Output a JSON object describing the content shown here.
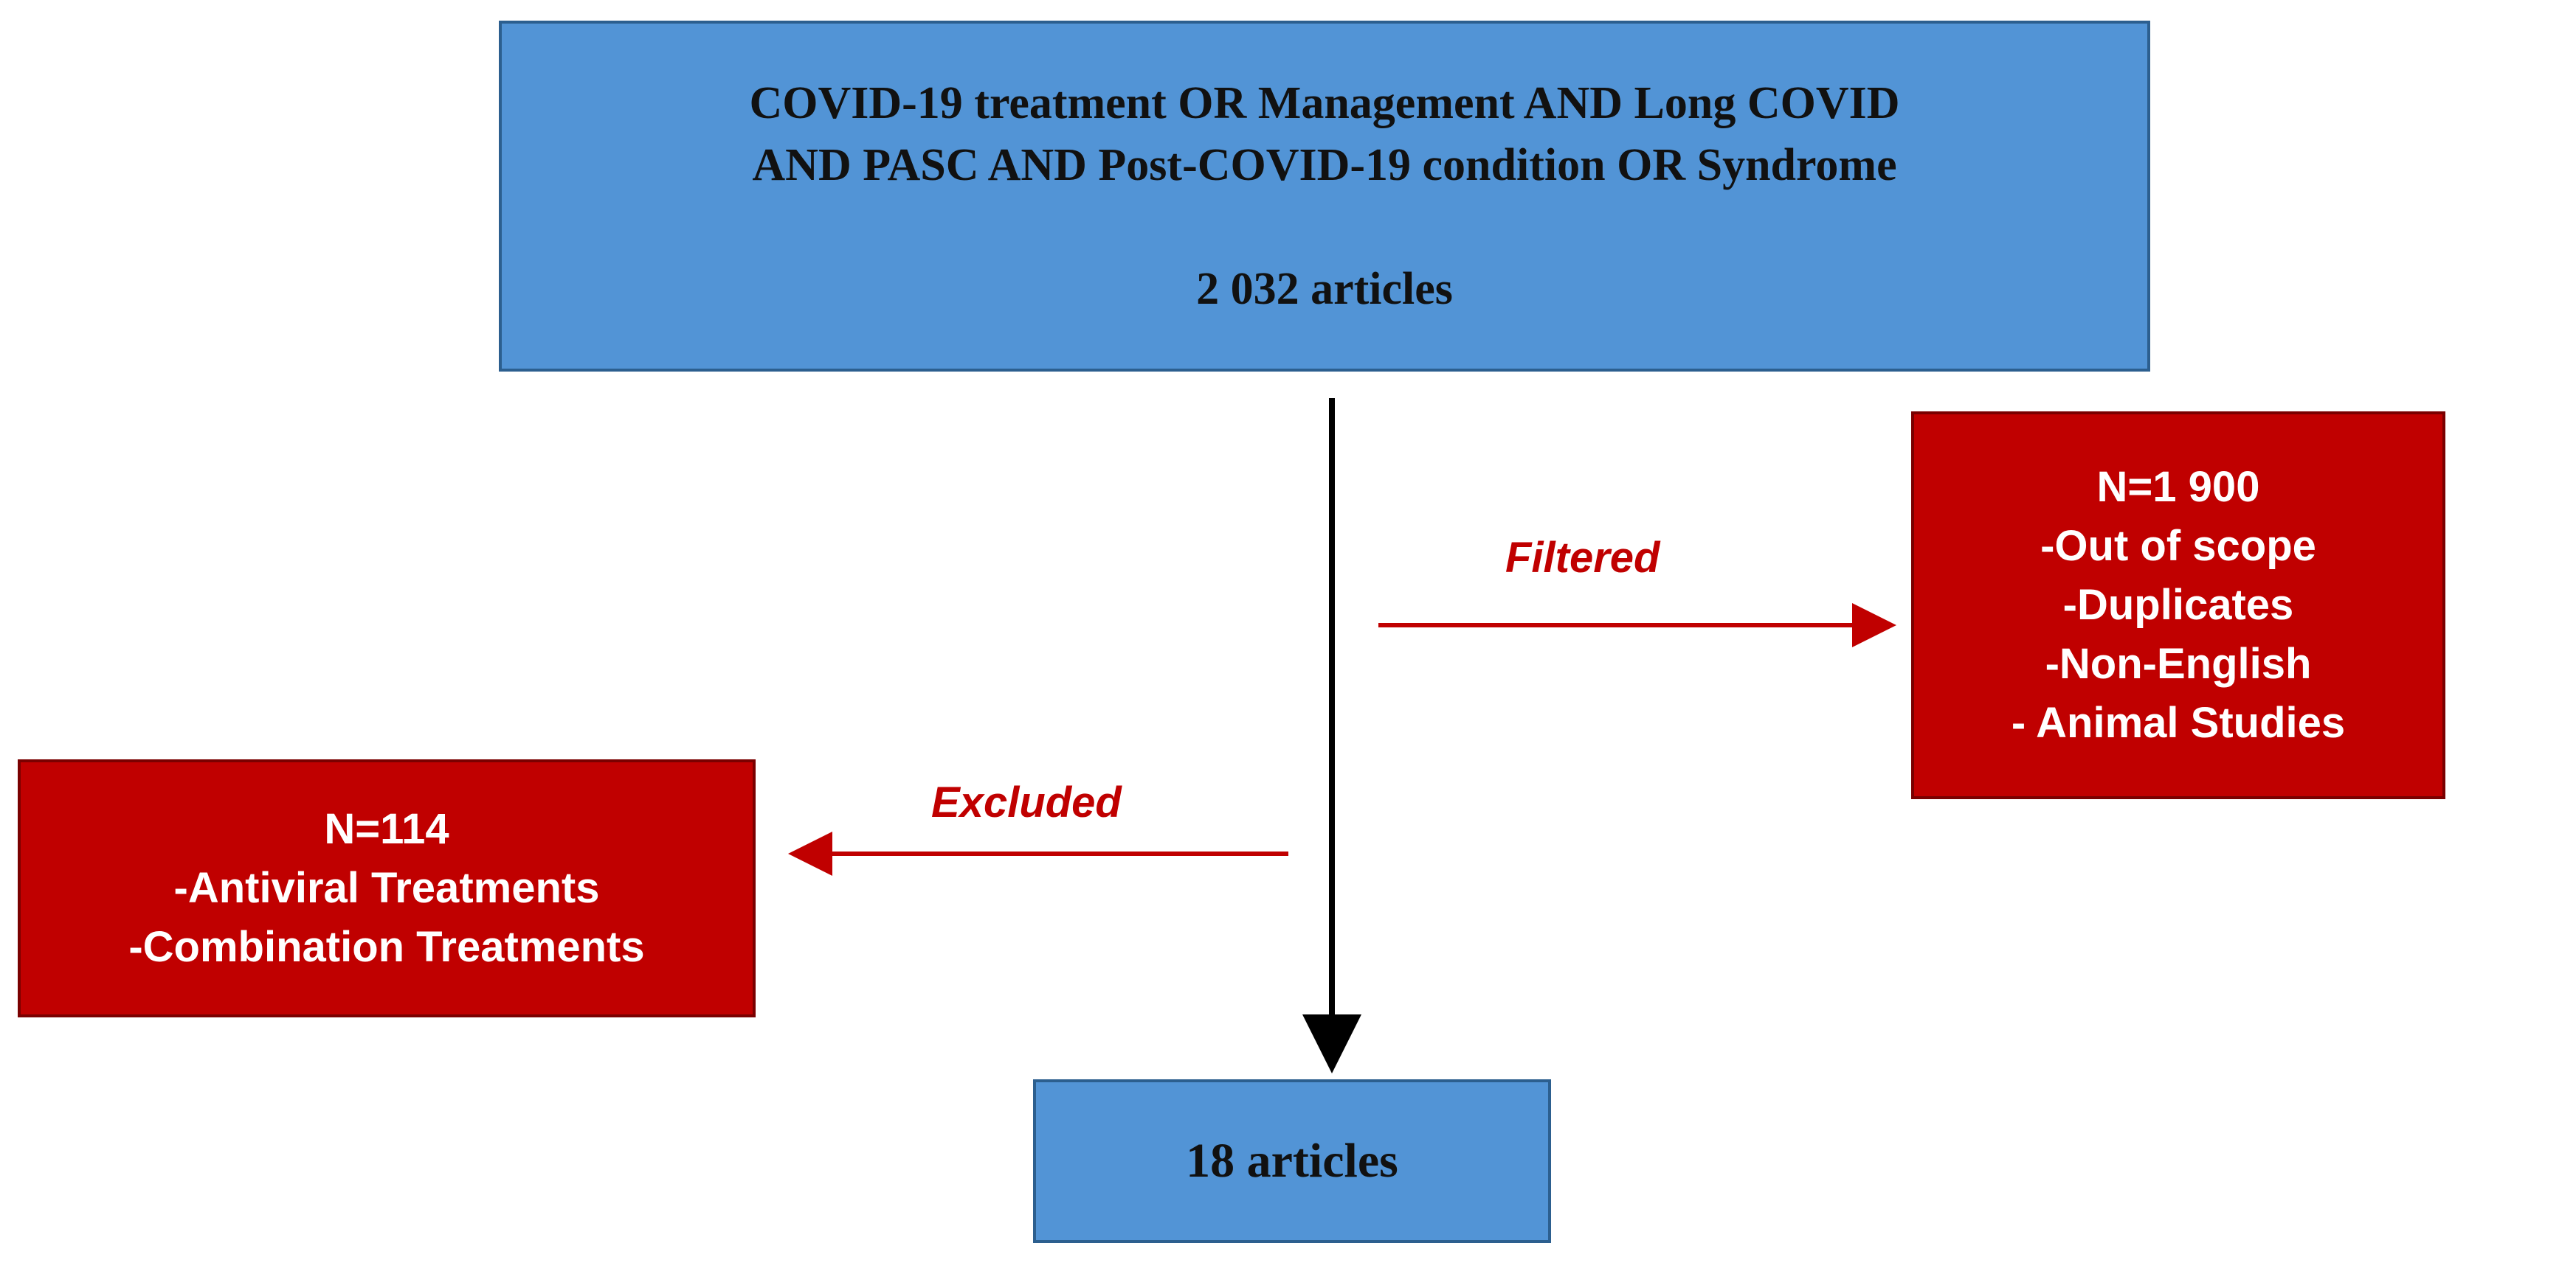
{
  "search_box": {
    "line1": "COVID-19 treatment OR Management AND Long COVID",
    "line2": "AND PASC AND Post-COVID-19 condition OR Syndrome",
    "count": "2 032 articles"
  },
  "filtered": {
    "arrow_label": "Filtered",
    "n": "N=1 900",
    "reasons": [
      "-Out of scope",
      "-Duplicates",
      "-Non-English",
      "- Animal Studies"
    ]
  },
  "excluded": {
    "arrow_label": "Excluded",
    "n": "N=114",
    "reasons": [
      "-Antiviral Treatments",
      "-Combination Treatments"
    ]
  },
  "final_box": {
    "count": "18 articles"
  },
  "colors": {
    "blue_box": "#5294d6",
    "red_box": "#c00000",
    "main_arrow": "#000000",
    "side_arrow": "#c00000"
  }
}
